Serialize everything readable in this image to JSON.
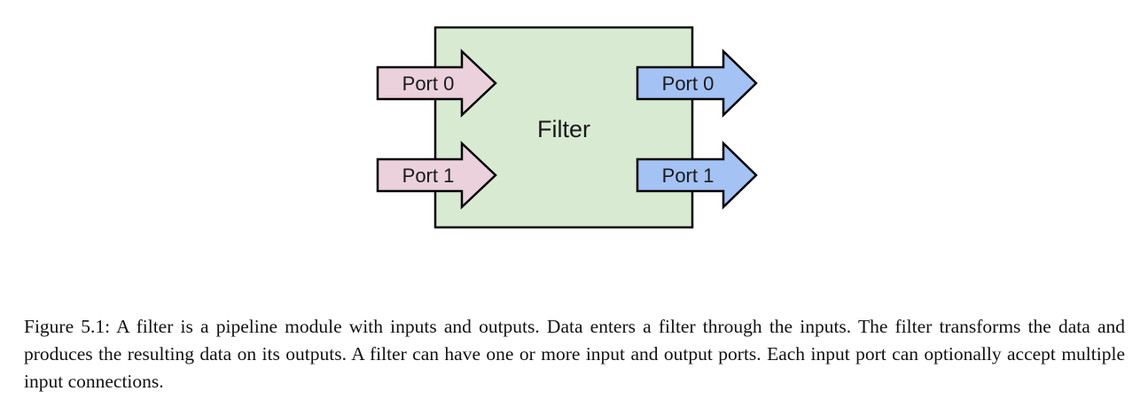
{
  "diagram": {
    "filter_label": "Filter",
    "input_ports": [
      "Port 0",
      "Port 1"
    ],
    "output_ports": [
      "Port 0",
      "Port 1"
    ],
    "colors": {
      "filter_fill": "#d9ead3",
      "input_fill": "#ead1dc",
      "output_fill": "#a4c2f4",
      "stroke": "#000000"
    }
  },
  "caption": "Figure 5.1: A filter is a pipeline module with inputs and outputs. Data enters a filter through the inputs. The filter transforms the data and produces the resulting data on its outputs. A filter can have one or more input and output ports. Each input port can optionally accept multiple input connections."
}
